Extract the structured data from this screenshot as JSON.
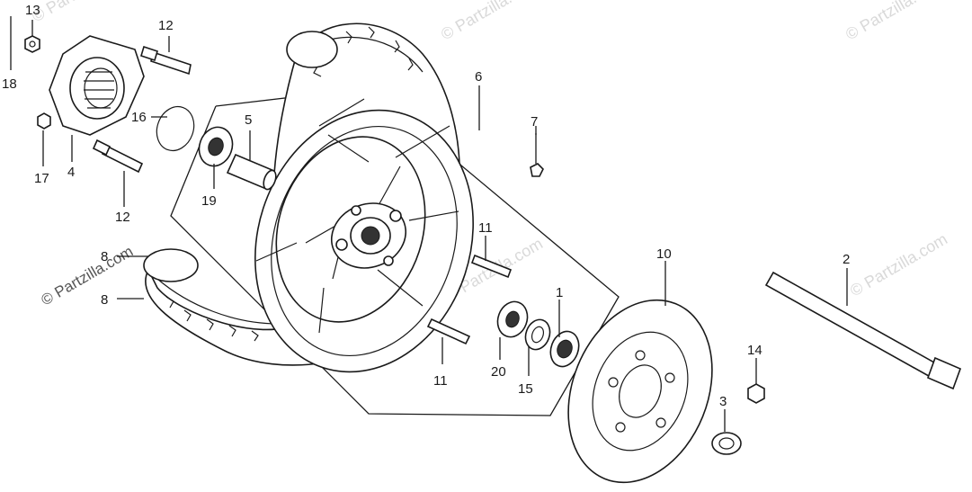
{
  "watermark": "© Partzilla.com",
  "callouts": [
    {
      "id": "c1",
      "text": "1"
    },
    {
      "id": "c2",
      "text": "2"
    },
    {
      "id": "c3",
      "text": "3"
    },
    {
      "id": "c4",
      "text": "4"
    },
    {
      "id": "c5",
      "text": "5"
    },
    {
      "id": "c6",
      "text": "6"
    },
    {
      "id": "c7",
      "text": "7"
    },
    {
      "id": "c8a",
      "text": "8"
    },
    {
      "id": "c8b",
      "text": "8"
    },
    {
      "id": "c10",
      "text": "10"
    },
    {
      "id": "c11a",
      "text": "11"
    },
    {
      "id": "c11b",
      "text": "11"
    },
    {
      "id": "c12a",
      "text": "12"
    },
    {
      "id": "c12b",
      "text": "12"
    },
    {
      "id": "c13",
      "text": "13"
    },
    {
      "id": "c14",
      "text": "14"
    },
    {
      "id": "c15",
      "text": "15"
    },
    {
      "id": "c16",
      "text": "16"
    },
    {
      "id": "c17",
      "text": "17"
    },
    {
      "id": "c18",
      "text": "18"
    },
    {
      "id": "c19",
      "text": "19"
    },
    {
      "id": "c20",
      "text": "20"
    }
  ]
}
